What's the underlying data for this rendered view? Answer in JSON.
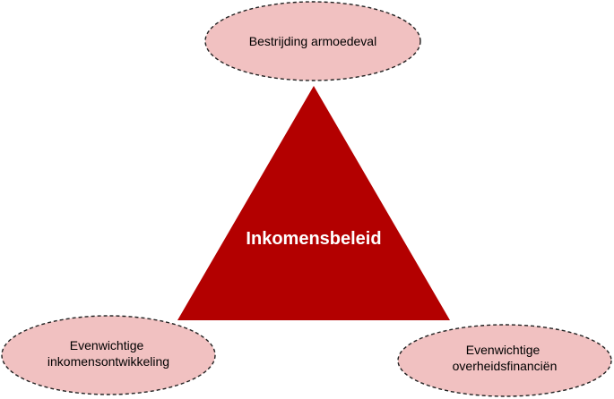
{
  "center": {
    "label": "Inkomensbeleid",
    "fill": "#b30000",
    "text_color": "#ffffff"
  },
  "nodes": {
    "top": {
      "label": "Bestrijding armoedeval"
    },
    "left": {
      "line1": "Evenwichtige",
      "line2": "inkomensontwikkeling"
    },
    "right": {
      "line1": "Evenwichtige",
      "line2": "overheidsfinanciën"
    }
  },
  "colors": {
    "ellipse_fill": "#f1c1c1",
    "ellipse_border": "#222222"
  }
}
